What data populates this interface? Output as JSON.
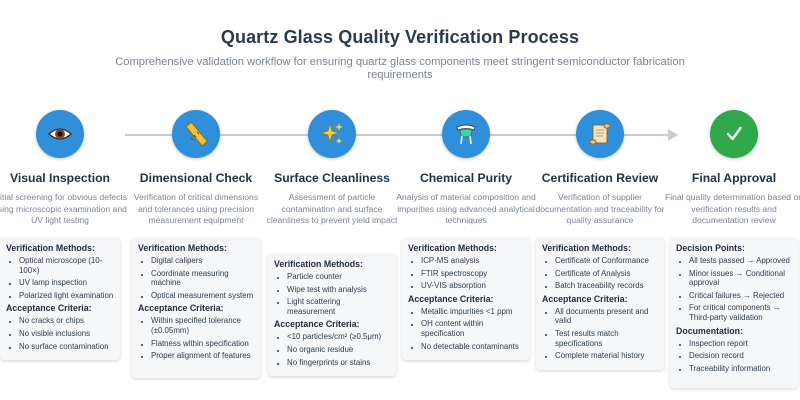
{
  "title": "Quartz Glass Quality Verification Process",
  "subtitle": "Comprehensive validation workflow for ensuring quartz glass components meet stringent semiconductor fabrication requirements",
  "colors": {
    "step_blue": "#2f8fdb",
    "final_green": "#2fa84a",
    "flow_line": "#c7ccd2"
  },
  "steps": [
    {
      "icon": "eye-icon",
      "title": "Visual Inspection",
      "description": "Initial screening for obvious defects using microscopic examination and UV light testing",
      "sections": [
        {
          "heading": "Verification Methods:",
          "items": [
            "Optical microscope (10-100×)",
            "UV lamp inspection",
            "Polarized light examination"
          ]
        },
        {
          "heading": "Acceptance Criteria:",
          "items": [
            "No cracks or chips",
            "No visible inclusions",
            "No surface contamination"
          ]
        }
      ]
    },
    {
      "icon": "ruler-icon",
      "title": "Dimensional Check",
      "description": "Verification of critical dimensions and tolerances using precision measurement equipment",
      "sections": [
        {
          "heading": "Verification Methods:",
          "items": [
            "Digital calipers",
            "Coordinate measuring machine",
            "Optical measurement system"
          ]
        },
        {
          "heading": "Acceptance Criteria:",
          "items": [
            "Within specified tolerance (±0.05mm)",
            "Flatness within specification",
            "Proper alignment of features"
          ]
        }
      ]
    },
    {
      "icon": "sparkles-icon",
      "title": "Surface Cleanliness",
      "description": "Assessment of particle contamination and surface cleanliness to prevent yield impact",
      "sections": [
        {
          "heading": "Verification Methods:",
          "items": [
            "Particle counter",
            "Wipe test with analysis",
            "Light scattering measurement"
          ]
        },
        {
          "heading": "Acceptance Criteria:",
          "items": [
            "<10 particles/cm² (≥0.5μm)",
            "No organic residue",
            "No fingerprints or stains"
          ]
        }
      ]
    },
    {
      "icon": "flask-icon",
      "title": "Chemical Purity",
      "description": "Analysis of material composition and impurities using advanced analytical techniques",
      "sections": [
        {
          "heading": "Verification Methods:",
          "items": [
            "ICP-MS analysis",
            "FTIR spectroscopy",
            "UV-VIS absorption"
          ]
        },
        {
          "heading": "Acceptance Criteria:",
          "items": [
            "Metallic impurities <1 ppm",
            "OH content within specification",
            "No detectable contaminants"
          ]
        }
      ]
    },
    {
      "icon": "scroll-icon",
      "title": "Certification Review",
      "description": "Verification of supplier documentation and traceability for quality assurance",
      "sections": [
        {
          "heading": "Verification Methods:",
          "items": [
            "Certificate of Conformance",
            "Certificate of Analysis",
            "Batch traceability records"
          ]
        },
        {
          "heading": "Acceptance Criteria:",
          "items": [
            "All documents present and valid",
            "Test results match specifications",
            "Complete material history"
          ]
        }
      ]
    },
    {
      "icon": "checkmark-icon",
      "title": "Final Approval",
      "description": "Final quality determination based on verification results and documentation review",
      "sections": [
        {
          "heading": "Decision Points:",
          "items": [
            "All tests passed → Approved",
            "Minor issues → Conditional approval",
            "Critical failures → Rejected",
            "For critical components → Third-party validation"
          ]
        },
        {
          "heading": "Documentation:",
          "items": [
            "Inspection report",
            "Decision record",
            "Traceability information"
          ]
        }
      ]
    }
  ]
}
